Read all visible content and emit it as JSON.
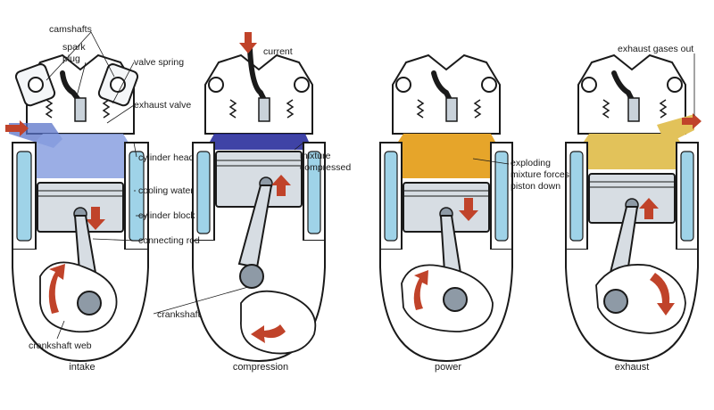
{
  "diagram": {
    "stages": [
      {
        "caption": "intake"
      },
      {
        "caption": "compression"
      },
      {
        "caption": "power"
      },
      {
        "caption": "exhaust"
      }
    ],
    "labels": {
      "camshafts": "camshafts",
      "spark_plug_1": "spark",
      "spark_plug_2": "plug",
      "valve_spring": "valve spring",
      "exhaust_valve": "exhaust valve",
      "cylinder_head": "cylinder head",
      "cooling_water": "cooling water",
      "cylinder_block": "cylinder block",
      "connecting_rod": "connecting rod",
      "crankshaft_web": "crankshaft web",
      "current": "current",
      "mixture_compressed_1": "mixture",
      "mixture_compressed_2": "compressed",
      "crankshaft": "crankshaft",
      "exploding_1": "exploding",
      "exploding_2": "mixture forces",
      "exploding_3": "piston down",
      "exhaust_gases_out": "exhaust gases out"
    },
    "colors": {
      "outline": "#1a1a1a",
      "coolant": "#9fd3e8",
      "fresh_mixture": "#5a73c8",
      "compressed_mixture": "#2a2f9c",
      "burning_mixture": "#e6a52a",
      "exhaust_gas": "#e2c25a",
      "arrow": "#c0432a",
      "metal": "#d7dde3",
      "crankpin": "#8e9aa6"
    }
  }
}
